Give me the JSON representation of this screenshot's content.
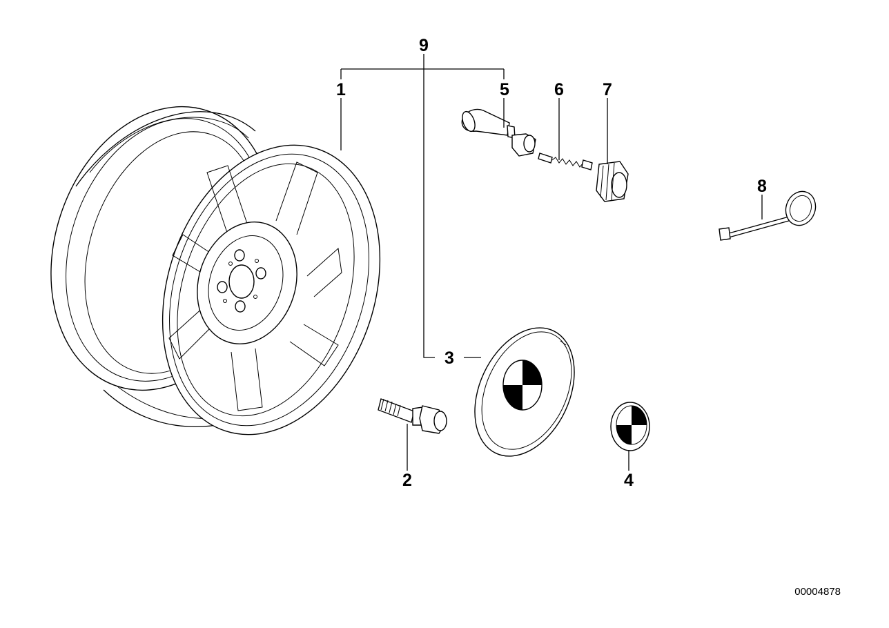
{
  "callouts": {
    "c1": "1",
    "c2": "2",
    "c3": "3",
    "c4": "4",
    "c5": "5",
    "c6": "6",
    "c7": "7",
    "c8": "8",
    "c9": "9"
  },
  "document_number": "00004878",
  "parts": [
    {
      "callout": "1",
      "icon": "alloy-wheel-icon"
    },
    {
      "callout": "2",
      "icon": "wheel-bolt-icon"
    },
    {
      "callout": "3",
      "icon": "hub-cap-icon"
    },
    {
      "callout": "4",
      "icon": "emblem-icon"
    },
    {
      "callout": "5",
      "icon": "valve-stem-icon"
    },
    {
      "callout": "6",
      "icon": "valve-insert-icon"
    },
    {
      "callout": "7",
      "icon": "valve-cap-icon"
    },
    {
      "callout": "8",
      "icon": "removal-tool-icon"
    }
  ]
}
